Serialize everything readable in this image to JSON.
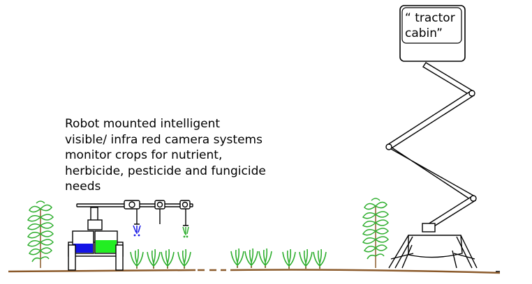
{
  "cabin": {
    "line1": "“ tractor",
    "line2": "cabin”"
  },
  "caption": {
    "lines": [
      "Robot mounted intelligent",
      "visible/ infra red camera systems",
      "monitor crops for nutrient,",
      "herbicide, pesticide and fungicide",
      "needs"
    ]
  },
  "colors": {
    "ground": "#8b5a2b",
    "plant_green": "#2eae2e",
    "tank_blue": "#1414e6",
    "tank_green": "#22ee22",
    "line": "#000000"
  }
}
